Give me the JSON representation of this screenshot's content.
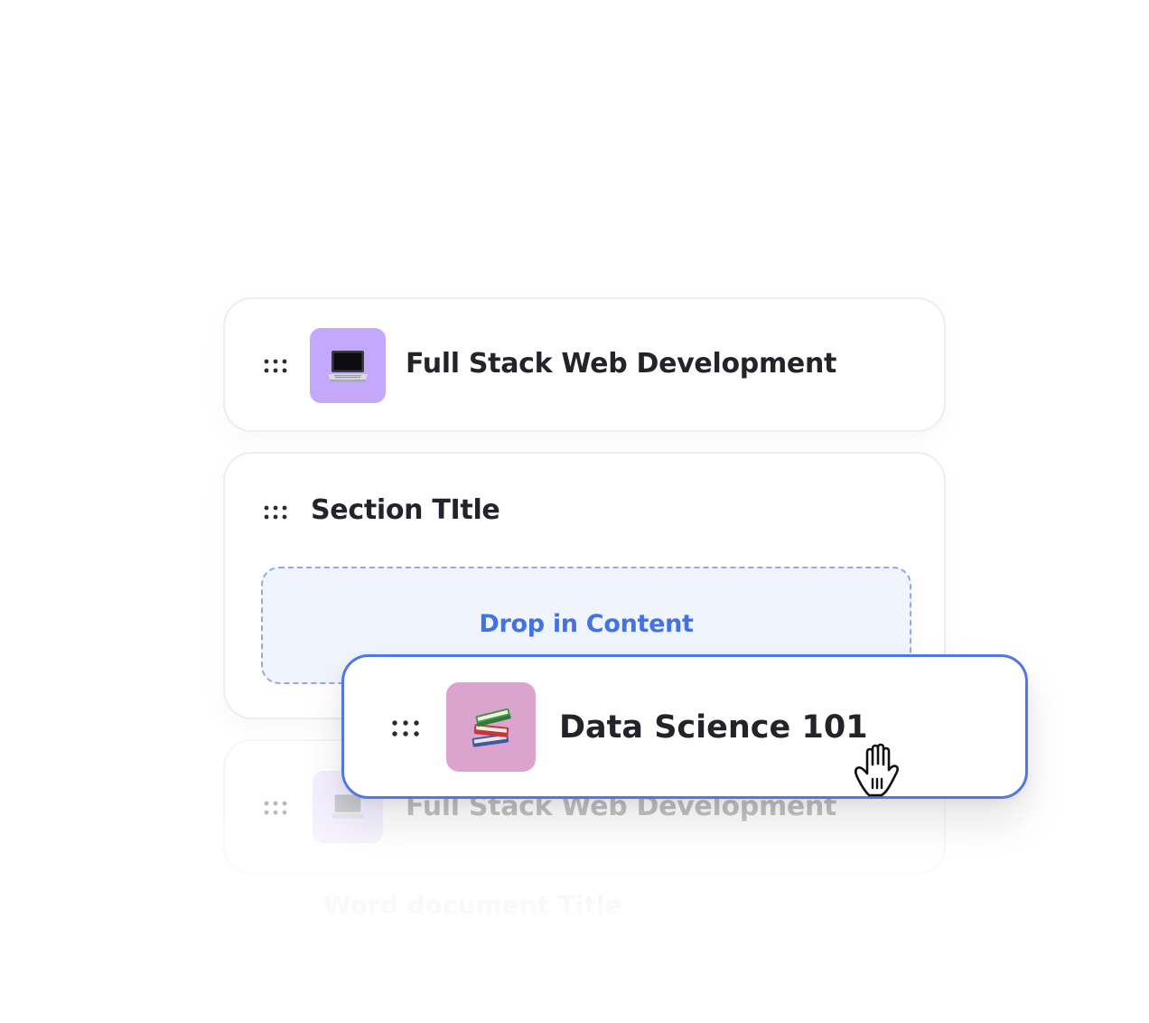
{
  "lesson_list": {
    "item1": {
      "title": "Full Stack Web Development",
      "icon": "laptop-icon",
      "tile_color": "#c3a8fe"
    },
    "section": {
      "title": "Section TItle",
      "dropzone_text": "Drop in Content"
    },
    "ghost_item": {
      "title": "Full Stack Web Development",
      "icon": "laptop-icon",
      "tile_color": "#e6dcfe"
    },
    "ghost_doc": {
      "title": "Word document Title"
    }
  },
  "dragged_item": {
    "title": "Data Science 101",
    "icon": "books-icon",
    "tile_color": "#dba4cf"
  },
  "cursor": {
    "icon": "grab-hand-cursor-icon"
  },
  "colors": {
    "accent": "#4f78e3",
    "dropzone_border": "#93a9ea",
    "dropzone_bg": "#eff4fd",
    "text": "#23232b"
  }
}
